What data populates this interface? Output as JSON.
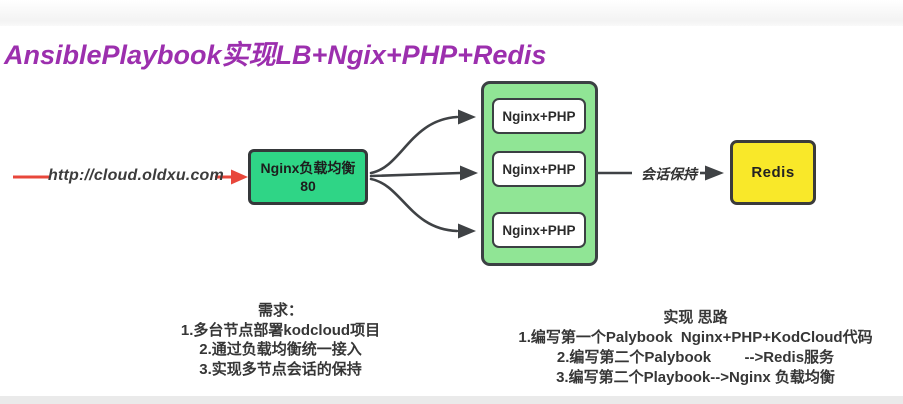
{
  "title": "AnsiblePlaybook实现LB+Ngix+PHP+Redis",
  "flow": {
    "url_label": "http://cloud.oldxu.com",
    "lb": {
      "line1": "Nginx负载均衡",
      "line2": "80"
    },
    "nodes": [
      "Nginx+PHP",
      "Nginx+PHP",
      "Nginx+PHP"
    ],
    "session_label": "会话保持",
    "redis_label": "Redis"
  },
  "notes_left": {
    "heading": "需求：",
    "lines": [
      "1.多台节点部署kodcloud项目",
      "2.通过负载均衡统一接入",
      "3.实现多节点会话的保持"
    ]
  },
  "notes_right": {
    "heading": "实现 思路",
    "lines": [
      "1.编写第一个Palybook  Nginx+PHP+KodCloud代码",
      "2.编写第二个Palybook        -->Redis服务",
      "3.编写第二个Playbook-->Nginx 负载均衡"
    ]
  },
  "colors": {
    "title_purple": "#9c2fae",
    "arrow_red": "#e8473b",
    "lb_green": "#2fd586",
    "cluster_green": "#90e595",
    "redis_yellow": "#f9e829",
    "border_dark": "#3b4043",
    "text_dark": "#363636"
  }
}
